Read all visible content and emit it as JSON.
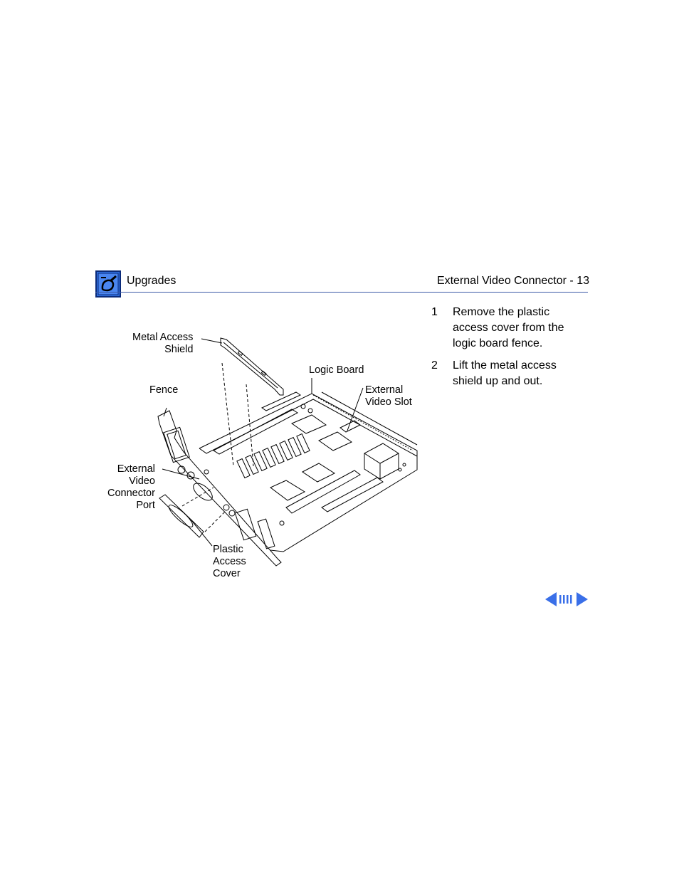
{
  "header": {
    "section": "Upgrades",
    "title": "External Video Connector - 13",
    "icon": "apple-toolbox-icon",
    "accent_color": "#3d5aa8"
  },
  "steps": [
    {
      "number": "1",
      "text": "Remove the plastic access cover from the logic board fence."
    },
    {
      "number": "2",
      "text": "Lift the metal access shield up and out."
    }
  ],
  "figure": {
    "callouts": {
      "metal_access_shield": [
        "Metal Access",
        "Shield"
      ],
      "fence": "Fence",
      "logic_board": "Logic Board",
      "external_video_slot": [
        "External",
        "Video Slot"
      ],
      "external_video_connector_port": [
        "External",
        "Video",
        "Connector",
        "Port"
      ],
      "plastic_access_cover": [
        "Plastic",
        "Access",
        "Cover"
      ]
    }
  },
  "navigation": {
    "prev_icon": "left-arrow-icon",
    "index_icon": "page-index-icon",
    "next_icon": "right-arrow-icon",
    "color": "#3a6fe8"
  }
}
